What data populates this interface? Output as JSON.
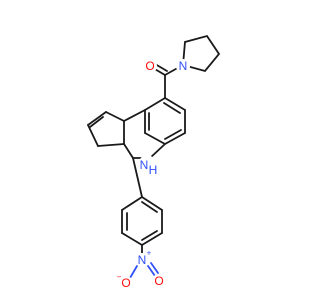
{
  "molecule": {
    "atoms": {
      "carbonyl_oxygen": "O",
      "amide_nitrogen": "N",
      "amine_nitrogen": "N",
      "amine_hydrogen": "H",
      "nitro_nitrogen": "N",
      "nitro_plus": "+",
      "nitro_oxygen_left": "O",
      "nitro_minus": "−",
      "nitro_oxygen_right": "O"
    }
  },
  "colors": {
    "carbon_bond": "#1a1a1a",
    "oxygen": "#ff0d0d",
    "nitrogen": "#3050f8",
    "background": "#ffffff"
  }
}
